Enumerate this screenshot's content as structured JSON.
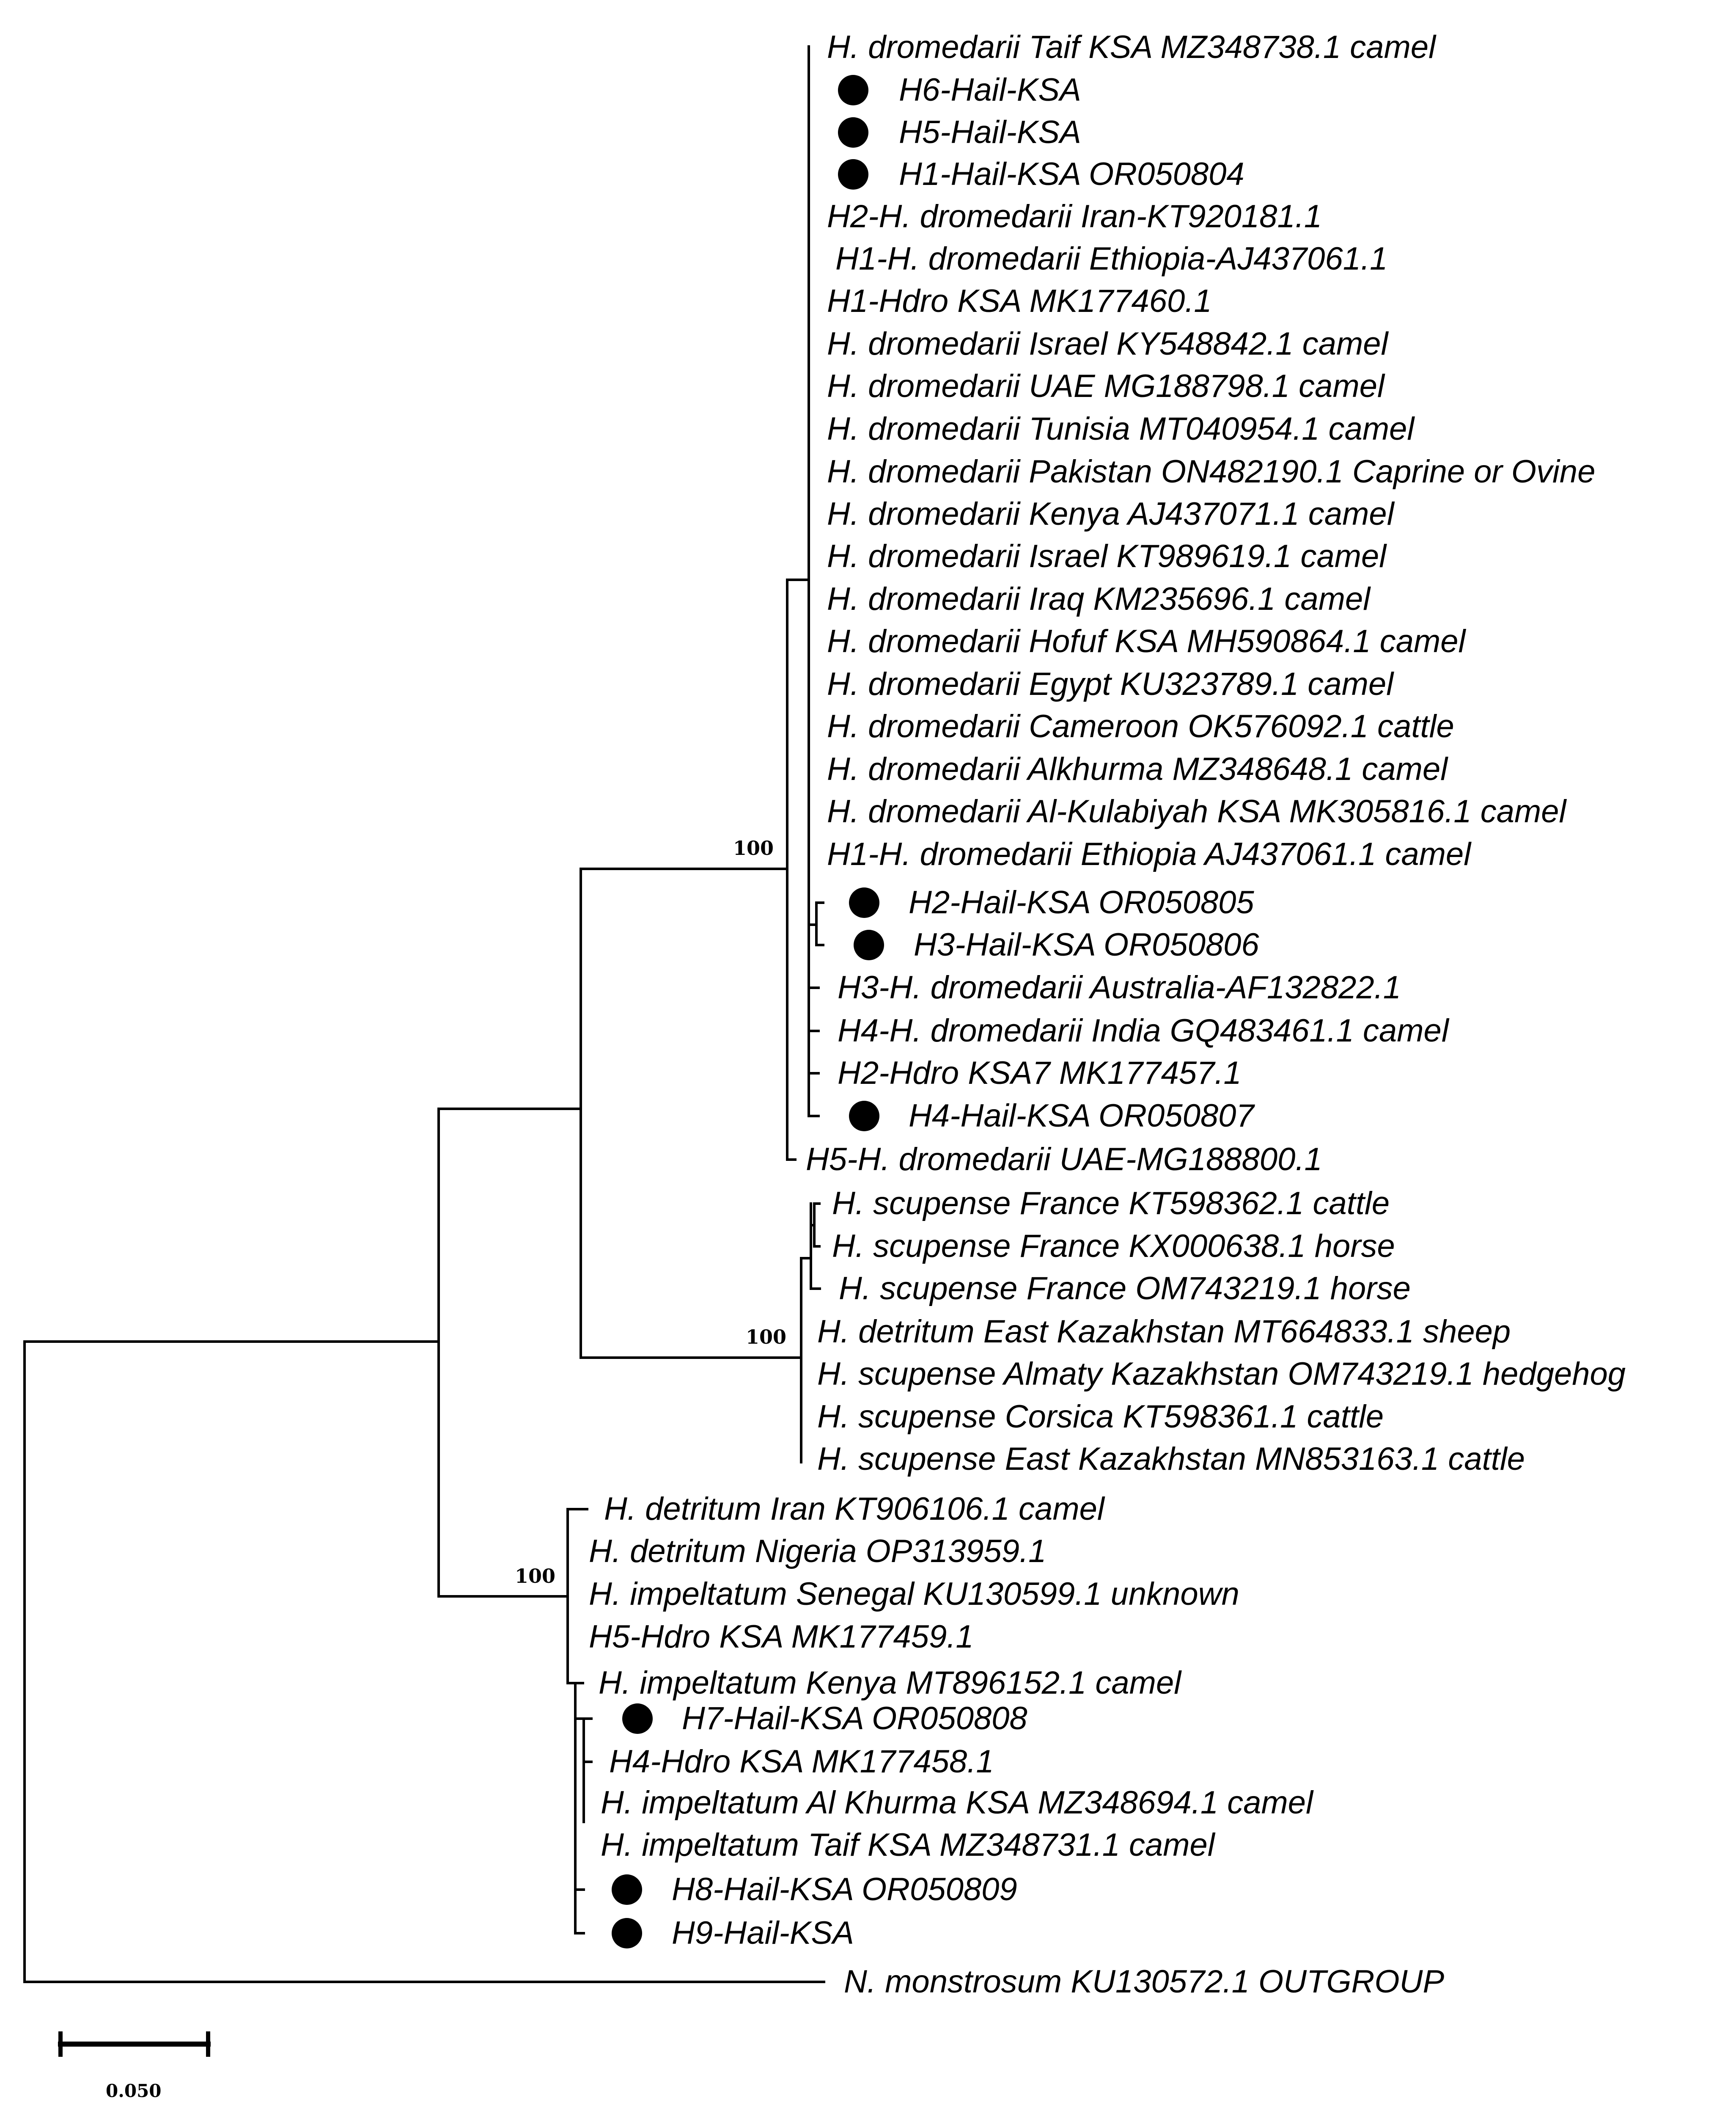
{
  "tree": {
    "support_values": {
      "dromedarii_clade": "100",
      "scupense_clade": "100",
      "detritum_impeltatum_clade": "100"
    },
    "taxa": [
      {
        "label": "H. dromedarii Taif KSA MZ348738.1 camel",
        "marker": false
      },
      {
        "label": "H6-Hail-KSA",
        "marker": true
      },
      {
        "label": "H5-Hail-KSA",
        "marker": true
      },
      {
        "label": "H1-Hail-KSA OR050804",
        "marker": true
      },
      {
        "label": "H2-H. dromedarii Iran-KT920181.1",
        "marker": false
      },
      {
        "label": "H1-H. dromedarii Ethiopia-AJ437061.1",
        "marker": false
      },
      {
        "label": "H1-Hdro KSA MK177460.1",
        "marker": false
      },
      {
        "label": "H. dromedarii Israel KY548842.1 camel",
        "marker": false
      },
      {
        "label": "H. dromedarii UAE MG188798.1 camel",
        "marker": false
      },
      {
        "label": "H. dromedarii Tunisia MT040954.1 camel",
        "marker": false
      },
      {
        "label": "H. dromedarii Pakistan ON482190.1 Caprine or Ovine",
        "marker": false
      },
      {
        "label": "H. dromedarii Kenya AJ437071.1 camel",
        "marker": false
      },
      {
        "label": "H. dromedarii Israel KT989619.1 camel",
        "marker": false
      },
      {
        "label": "H. dromedarii Iraq KM235696.1 camel",
        "marker": false
      },
      {
        "label": "H. dromedarii Hofuf KSA MH590864.1 camel",
        "marker": false
      },
      {
        "label": "H. dromedarii Egypt KU323789.1 camel",
        "marker": false
      },
      {
        "label": "H. dromedarii Cameroon OK576092.1 cattle",
        "marker": false
      },
      {
        "label": "H. dromedarii Alkhurma MZ348648.1 camel",
        "marker": false
      },
      {
        "label": "H. dromedarii Al-Kulabiyah KSA MK305816.1 camel",
        "marker": false
      },
      {
        "label": "H1-H. dromedarii Ethiopia AJ437061.1 camel",
        "marker": false
      },
      {
        "label": "H2-Hail-KSA OR050805",
        "marker": true
      },
      {
        "label": "H3-Hail-KSA OR050806",
        "marker": true
      },
      {
        "label": "H3-H. dromedarii Australia-AF132822.1",
        "marker": false
      },
      {
        "label": "H4-H. dromedarii India GQ483461.1 camel",
        "marker": false
      },
      {
        "label": "H2-Hdro KSA7 MK177457.1",
        "marker": false
      },
      {
        "label": "H4-Hail-KSA OR050807",
        "marker": true
      },
      {
        "label": "H5-H. dromedarii UAE-MG188800.1",
        "marker": false
      },
      {
        "label": "H. scupense France KT598362.1 cattle",
        "marker": false
      },
      {
        "label": "H. scupense France KX000638.1 horse",
        "marker": false
      },
      {
        "label": "H. scupense France OM743219.1 horse",
        "marker": false
      },
      {
        "label": "H. detritum East Kazakhstan MT664833.1 sheep",
        "marker": false
      },
      {
        "label": "H. scupense Almaty Kazakhstan OM743219.1 hedgehog",
        "marker": false
      },
      {
        "label": "H. scupense Corsica KT598361.1 cattle",
        "marker": false
      },
      {
        "label": "H. scupense East Kazakhstan MN853163.1 cattle",
        "marker": false
      },
      {
        "label": "H. detritum Iran KT906106.1 camel",
        "marker": false
      },
      {
        "label": "H. detritum Nigeria OP313959.1",
        "marker": false
      },
      {
        "label": "H. impeltatum Senegal KU130599.1 unknown",
        "marker": false
      },
      {
        "label": "H5-Hdro KSA MK177459.1",
        "marker": false
      },
      {
        "label": "H. impeltatum Kenya MT896152.1 camel",
        "marker": false
      },
      {
        "label": "H7-Hail-KSA OR050808",
        "marker": true
      },
      {
        "label": "H4-Hdro KSA MK177458.1",
        "marker": false
      },
      {
        "label": "H. impeltatum Al Khurma KSA MZ348694.1 camel",
        "marker": false
      },
      {
        "label": "H. impeltatum Taif KSA MZ348731.1 camel",
        "marker": false
      },
      {
        "label": "H8-Hail-KSA OR050809",
        "marker": true
      },
      {
        "label": "H9-Hail-KSA",
        "marker": true
      },
      {
        "label": "N. monstrosum KU130572.1 OUTGROUP",
        "marker": false
      }
    ],
    "scale_bar": {
      "label": "0.050",
      "value": 0.05
    }
  }
}
